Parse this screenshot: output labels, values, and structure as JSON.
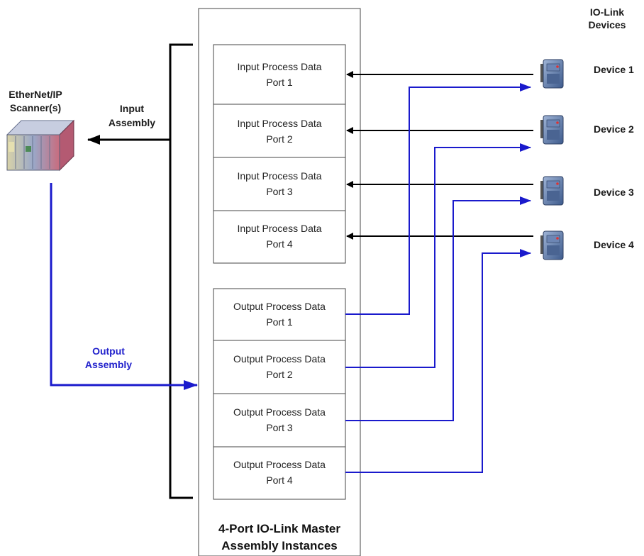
{
  "title": {
    "line1": "4-Port IO-Link Master",
    "line2": "Assembly Instances"
  },
  "scanner": {
    "line1": "EtherNet/IP",
    "line2": "Scanner(s)"
  },
  "input_assembly": {
    "line1": "Input",
    "line2": "Assembly"
  },
  "output_assembly": {
    "line1": "Output",
    "line2": "Assembly"
  },
  "devices_header": {
    "line1": "IO-Link",
    "line2": "Devices"
  },
  "input_boxes": [
    {
      "line1": "Input Process Data",
      "line2": "Port 1"
    },
    {
      "line1": "Input Process Data",
      "line2": "Port 2"
    },
    {
      "line1": "Input Process Data",
      "line2": "Port 3"
    },
    {
      "line1": "Input Process Data",
      "line2": "Port 4"
    }
  ],
  "output_boxes": [
    {
      "line1": "Output Process Data",
      "line2": "Port 1"
    },
    {
      "line1": "Output Process Data",
      "line2": "Port 2"
    },
    {
      "line1": "Output Process Data",
      "line2": "Port 3"
    },
    {
      "line1": "Output Process Data",
      "line2": "Port 4"
    }
  ],
  "devices": [
    {
      "label": "Device 1"
    },
    {
      "label": "Device 2"
    },
    {
      "label": "Device 3"
    },
    {
      "label": "Device 4"
    }
  ],
  "colors": {
    "input_line": "#000000",
    "output_line": "#1a1acc",
    "box_border": "#444444"
  },
  "icons": {
    "scanner": "plc-rack-icon",
    "device": "io-link-device-icon"
  }
}
